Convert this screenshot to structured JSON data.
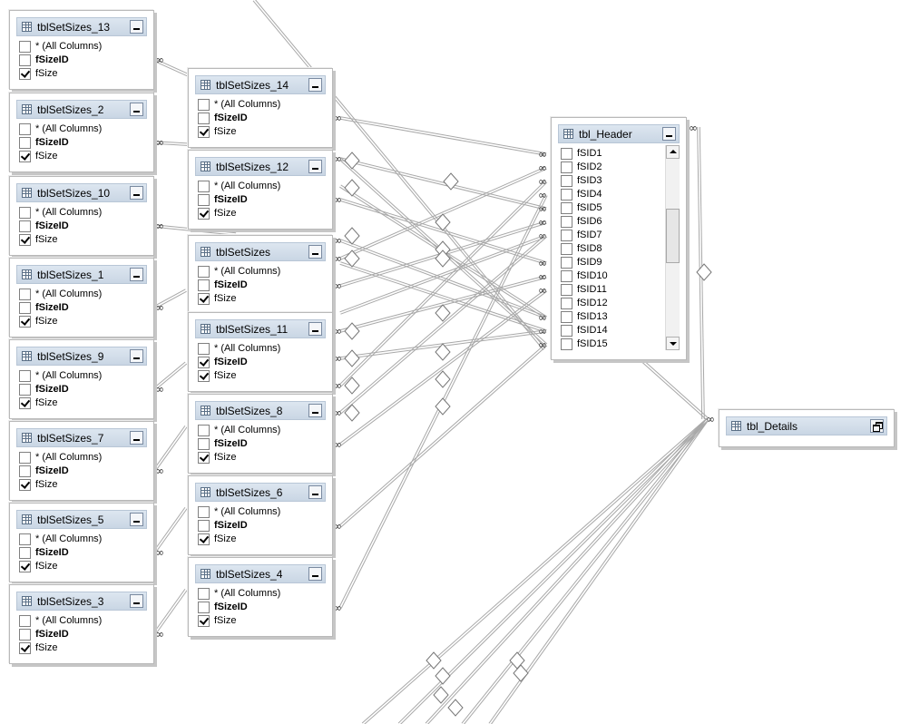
{
  "tables": [
    {
      "id": "t13",
      "title": "tblSetSizes_13",
      "columns": [
        {
          "label": "* (All Columns)",
          "checked": false,
          "bold": false
        },
        {
          "label": "fSizeID",
          "checked": false,
          "bold": true
        },
        {
          "label": "fSize",
          "checked": true,
          "bold": false
        }
      ]
    },
    {
      "id": "t2",
      "title": "tblSetSizes_2",
      "columns": [
        {
          "label": "* (All Columns)",
          "checked": false,
          "bold": false
        },
        {
          "label": "fSizeID",
          "checked": false,
          "bold": true
        },
        {
          "label": "fSize",
          "checked": true,
          "bold": false
        }
      ]
    },
    {
      "id": "t10",
      "title": "tblSetSizes_10",
      "columns": [
        {
          "label": "* (All Columns)",
          "checked": false,
          "bold": false
        },
        {
          "label": "fSizeID",
          "checked": false,
          "bold": true
        },
        {
          "label": "fSize",
          "checked": true,
          "bold": false
        }
      ]
    },
    {
      "id": "t1",
      "title": "tblSetSizes_1",
      "columns": [
        {
          "label": "* (All Columns)",
          "checked": false,
          "bold": false
        },
        {
          "label": "fSizeID",
          "checked": false,
          "bold": true
        },
        {
          "label": "fSize",
          "checked": true,
          "bold": false
        }
      ]
    },
    {
      "id": "t9",
      "title": "tblSetSizes_9",
      "columns": [
        {
          "label": "* (All Columns)",
          "checked": false,
          "bold": false
        },
        {
          "label": "fSizeID",
          "checked": false,
          "bold": true
        },
        {
          "label": "fSize",
          "checked": true,
          "bold": false
        }
      ]
    },
    {
      "id": "t7",
      "title": "tblSetSizes_7",
      "columns": [
        {
          "label": "* (All Columns)",
          "checked": false,
          "bold": false
        },
        {
          "label": "fSizeID",
          "checked": false,
          "bold": true
        },
        {
          "label": "fSize",
          "checked": true,
          "bold": false
        }
      ]
    },
    {
      "id": "t5",
      "title": "tblSetSizes_5",
      "columns": [
        {
          "label": "* (All Columns)",
          "checked": false,
          "bold": false
        },
        {
          "label": "fSizeID",
          "checked": false,
          "bold": true
        },
        {
          "label": "fSize",
          "checked": true,
          "bold": false
        }
      ]
    },
    {
      "id": "t3",
      "title": "tblSetSizes_3",
      "columns": [
        {
          "label": "* (All Columns)",
          "checked": false,
          "bold": false
        },
        {
          "label": "fSizeID",
          "checked": false,
          "bold": true
        },
        {
          "label": "fSize",
          "checked": true,
          "bold": false
        }
      ]
    },
    {
      "id": "t14",
      "title": "tblSetSizes_14",
      "columns": [
        {
          "label": "* (All Columns)",
          "checked": false,
          "bold": false
        },
        {
          "label": "fSizeID",
          "checked": false,
          "bold": true
        },
        {
          "label": "fSize",
          "checked": true,
          "bold": false
        }
      ]
    },
    {
      "id": "t12",
      "title": "tblSetSizes_12",
      "columns": [
        {
          "label": "* (All Columns)",
          "checked": false,
          "bold": false
        },
        {
          "label": "fSizeID",
          "checked": false,
          "bold": true
        },
        {
          "label": "fSize",
          "checked": true,
          "bold": false
        }
      ]
    },
    {
      "id": "t0",
      "title": "tblSetSizes",
      "columns": [
        {
          "label": "* (All Columns)",
          "checked": false,
          "bold": false
        },
        {
          "label": "fSizeID",
          "checked": false,
          "bold": true
        },
        {
          "label": "fSize",
          "checked": true,
          "bold": false
        }
      ]
    },
    {
      "id": "t11",
      "title": "tblSetSizes_11",
      "columns": [
        {
          "label": "* (All Columns)",
          "checked": false,
          "bold": false
        },
        {
          "label": "fSizeID",
          "checked": true,
          "bold": true
        },
        {
          "label": "fSize",
          "checked": true,
          "bold": false
        }
      ]
    },
    {
      "id": "t8",
      "title": "tblSetSizes_8",
      "columns": [
        {
          "label": "* (All Columns)",
          "checked": false,
          "bold": false
        },
        {
          "label": "fSizeID",
          "checked": false,
          "bold": true
        },
        {
          "label": "fSize",
          "checked": true,
          "bold": false
        }
      ]
    },
    {
      "id": "t6",
      "title": "tblSetSizes_6",
      "columns": [
        {
          "label": "* (All Columns)",
          "checked": false,
          "bold": false
        },
        {
          "label": "fSizeID",
          "checked": false,
          "bold": true
        },
        {
          "label": "fSize",
          "checked": true,
          "bold": false
        }
      ]
    },
    {
      "id": "t4",
      "title": "tblSetSizes_4",
      "columns": [
        {
          "label": "* (All Columns)",
          "checked": false,
          "bold": false
        },
        {
          "label": "fSizeID",
          "checked": false,
          "bold": true
        },
        {
          "label": "fSize",
          "checked": true,
          "bold": false
        }
      ]
    }
  ],
  "header_table": {
    "title": "tbl_Header",
    "columns": [
      {
        "label": "fSID1",
        "checked": false
      },
      {
        "label": "fSID2",
        "checked": false
      },
      {
        "label": "fSID3",
        "checked": false
      },
      {
        "label": "fSID4",
        "checked": false
      },
      {
        "label": "fSID5",
        "checked": false
      },
      {
        "label": "fSID6",
        "checked": false
      },
      {
        "label": "fSID7",
        "checked": false
      },
      {
        "label": "fSID8",
        "checked": false
      },
      {
        "label": "fSID9",
        "checked": false
      },
      {
        "label": "fSID10",
        "checked": false
      },
      {
        "label": "fSID11",
        "checked": false
      },
      {
        "label": "fSID12",
        "checked": false
      },
      {
        "label": "fSID13",
        "checked": false
      },
      {
        "label": "fSID14",
        "checked": false
      },
      {
        "label": "fSID15",
        "checked": false
      }
    ]
  },
  "details_table": {
    "title": "tbl_Details"
  },
  "colors": {
    "line": "#a8a8a8",
    "title_bg": "#c9d6e4",
    "border": "#b9b9b9"
  }
}
